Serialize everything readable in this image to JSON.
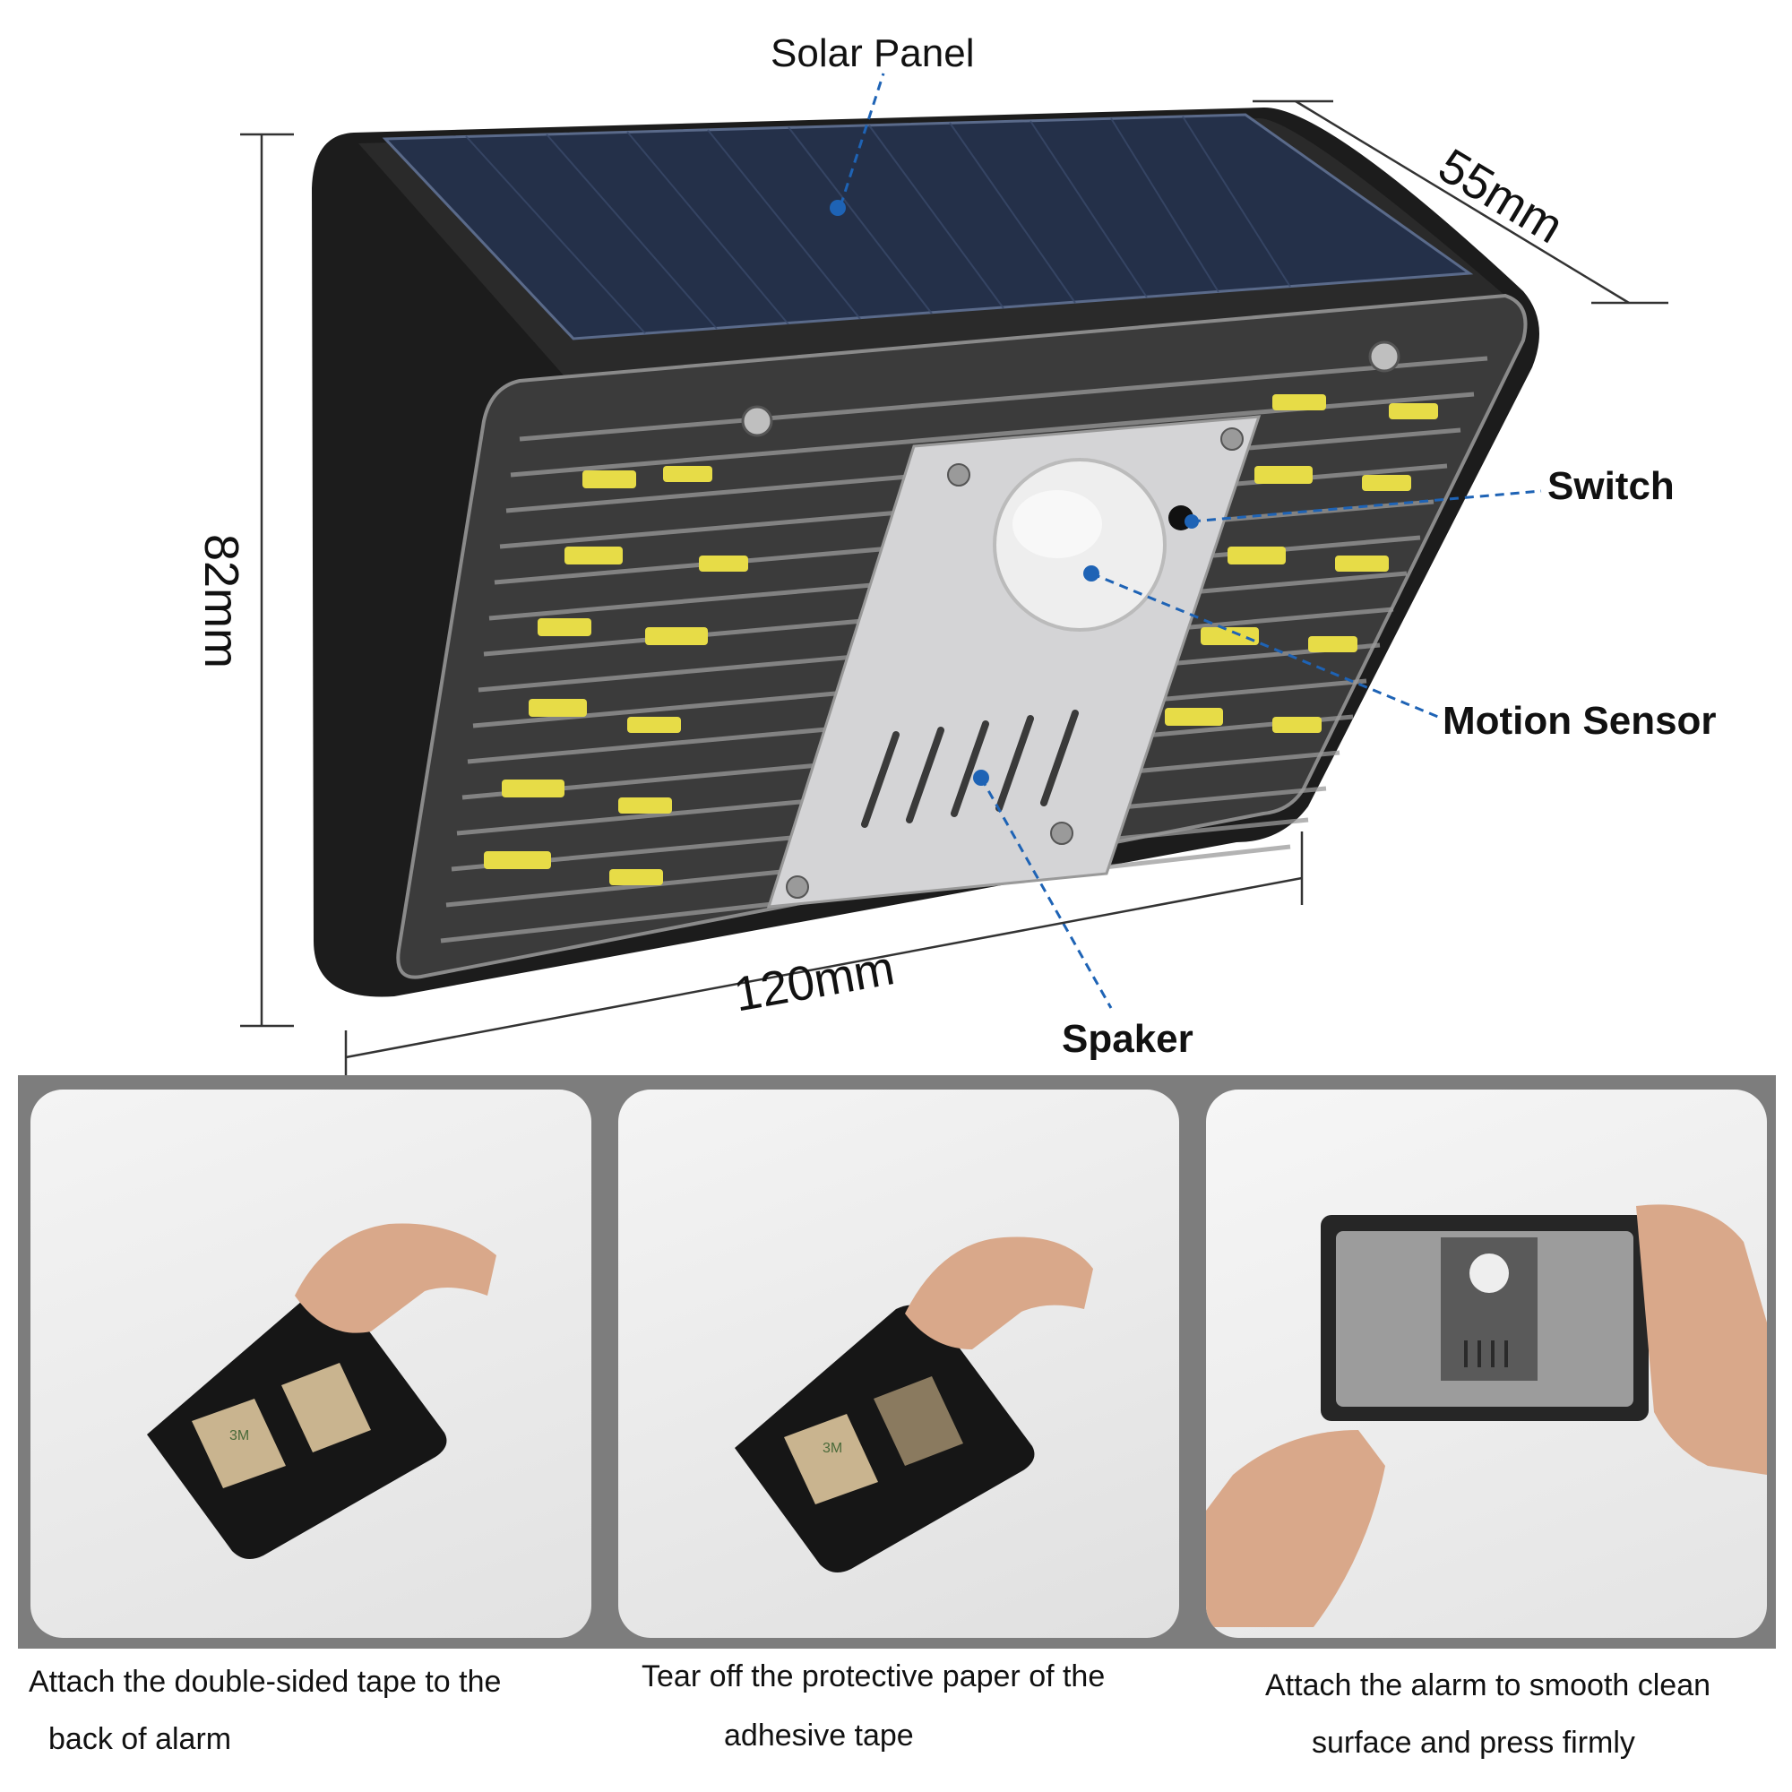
{
  "diagram": {
    "labels": {
      "solar_panel": "Solar Panel",
      "switch": "Switch",
      "motion_sensor": "Motion Sensor",
      "speaker": "Spaker"
    },
    "dimensions": {
      "width": "120mm",
      "depth": "55mm",
      "height": "82mm"
    },
    "colors": {
      "device_body": "#1c1c1c",
      "solar_cells": "#243049",
      "led_yellow": "#e7dc47",
      "callout_blue": "#1e63b5",
      "plate": "#d4d4d6"
    }
  },
  "steps": [
    {
      "line1": "Attach the double-sided  tape to the",
      "line2": "back of alarm"
    },
    {
      "line1": "Tear off the protective paper of  the",
      "line2": "adhesive tape"
    },
    {
      "line1": "Attach the alarm to smooth clean",
      "line2": "surface and press firmly"
    }
  ],
  "tape_marking": "3M"
}
